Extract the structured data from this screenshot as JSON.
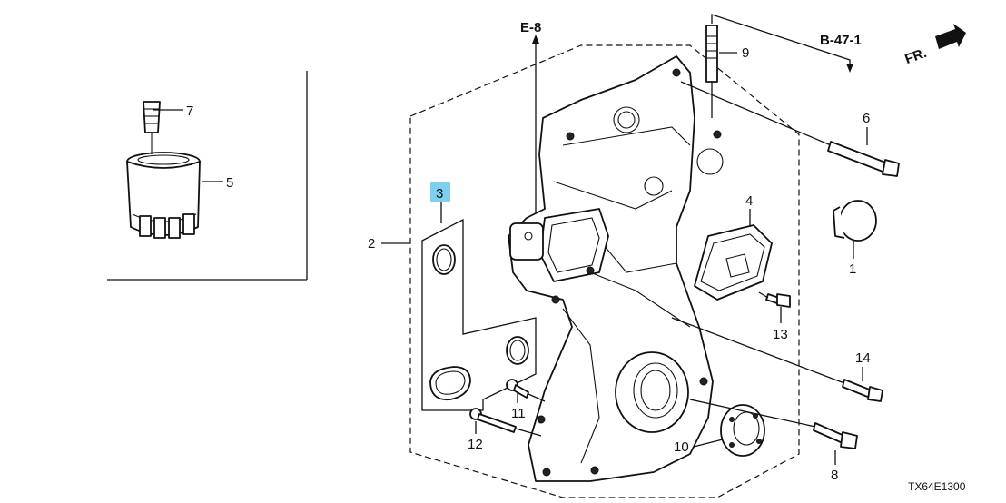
{
  "callouts": {
    "c1": "1",
    "c2": "2",
    "c3": "3",
    "c4": "4",
    "c5": "5",
    "c6": "6",
    "c7": "7",
    "c8": "8",
    "c9": "9",
    "c10": "10",
    "c11": "11",
    "c12": "12",
    "c13": "13",
    "c14": "14"
  },
  "references": {
    "e8": "E-8",
    "b47": "B-47-1",
    "front": "FR."
  },
  "diagram_code": "TX64E1300",
  "highlight_color": "#7fd0ee"
}
